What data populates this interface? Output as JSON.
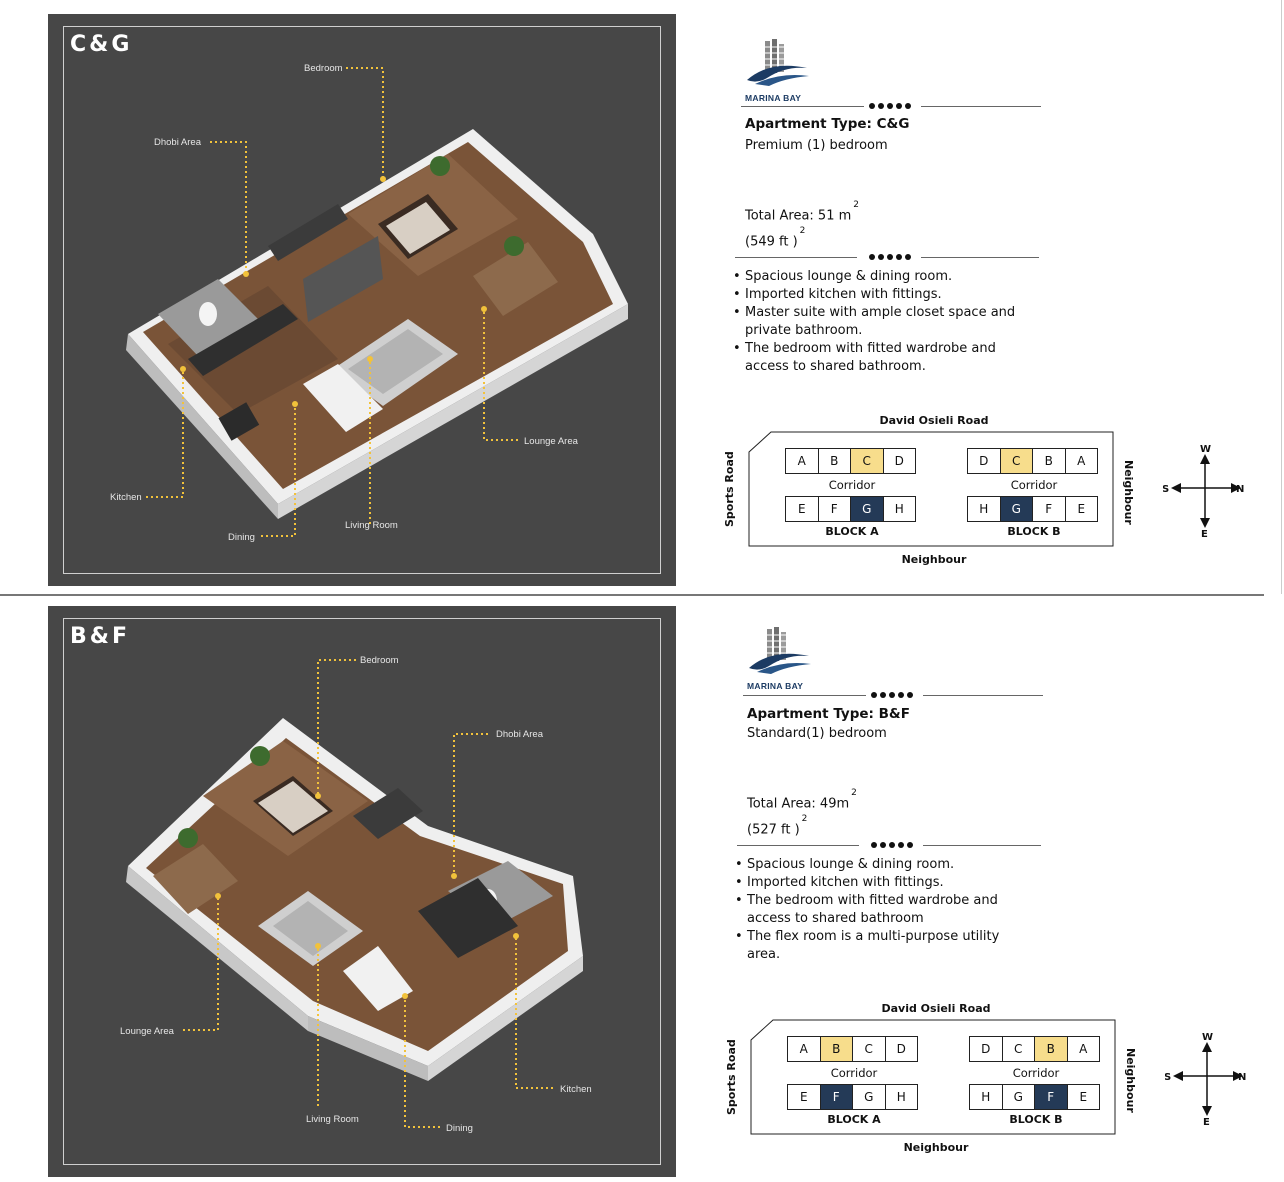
{
  "brand": "MARINA BAY",
  "colors": {
    "panel_bg": "#474747",
    "highlight_yellow": "#f7dd8c",
    "highlight_navy": "#243a57",
    "brand_navy": "#1c3b63",
    "callout": "#f2c23b"
  },
  "sections": [
    {
      "code": "C&G",
      "callouts": [
        "Bedroom",
        "Dhobi Area",
        "Kitchen",
        "Dining",
        "Living Room",
        "Lounge Area"
      ],
      "apartment_type": "Apartment Type: C&G",
      "subtitle": "Premium (1) bedroom",
      "total_area": "Total Area: 51 m",
      "area_ft": "(549 ft )",
      "sup": "2",
      "features": [
        "Spacious lounge & dining room.",
        "Imported kitchen with fittings.",
        "Master suite with ample closet space and private bathroom.",
        "The bedroom with fitted wardrobe and access to shared bathroom."
      ],
      "site": {
        "road_top": "David Osieli Road",
        "road_bottom": "Neighbour",
        "road_left": "Sports Road",
        "road_right": "Neighbour",
        "corridor": "Corridor",
        "block_a": {
          "label": "BLOCK A",
          "top": [
            "A",
            "B",
            "C",
            "D"
          ],
          "bottom": [
            "E",
            "F",
            "G",
            "H"
          ]
        },
        "block_b": {
          "label": "BLOCK B",
          "top": [
            "D",
            "C",
            "B",
            "A"
          ],
          "bottom": [
            "H",
            "G",
            "F",
            "E"
          ]
        }
      },
      "compass": {
        "n": "N",
        "s": "S",
        "e": "E",
        "w": "W"
      }
    },
    {
      "code": "B&F",
      "callouts": [
        "Bedroom",
        "Dhobi Area",
        "Lounge Area",
        "Living Room",
        "Dining",
        "Kitchen"
      ],
      "apartment_type": "Apartment Type: B&F",
      "subtitle": "Standard(1) bedroom",
      "total_area": "Total Area: 49m",
      "area_ft": "(527 ft )",
      "sup": "2",
      "features": [
        "Spacious lounge & dining room.",
        "Imported kitchen with fittings.",
        "The bedroom with fitted wardrobe and access to shared bathroom",
        "The flex room is a multi-purpose utility area."
      ],
      "site": {
        "road_top": "David Osieli Road",
        "road_bottom": "Neighbour",
        "road_left": "Sports Road",
        "road_right": "Neighbour",
        "corridor": "Corridor",
        "block_a": {
          "label": "BLOCK A",
          "top": [
            "A",
            "B",
            "C",
            "D"
          ],
          "bottom": [
            "E",
            "F",
            "G",
            "H"
          ]
        },
        "block_b": {
          "label": "BLOCK B",
          "top": [
            "D",
            "C",
            "B",
            "A"
          ],
          "bottom": [
            "H",
            "G",
            "F",
            "E"
          ]
        }
      },
      "compass": {
        "n": "N",
        "s": "S",
        "e": "E",
        "w": "W"
      }
    }
  ]
}
